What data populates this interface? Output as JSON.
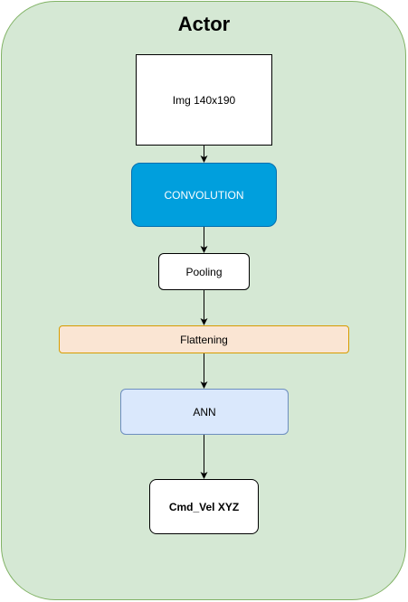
{
  "diagram": {
    "title": "Actor",
    "nodes": [
      {
        "id": "img",
        "label": "Img 140x190"
      },
      {
        "id": "conv",
        "label": "CONVOLUTION"
      },
      {
        "id": "pool",
        "label": "Pooling"
      },
      {
        "id": "flat",
        "label": "Flattening"
      },
      {
        "id": "ann",
        "label": "ANN"
      },
      {
        "id": "cmd",
        "label": "Cmd_Vel XYZ"
      }
    ],
    "edges": [
      {
        "from": "img",
        "to": "conv"
      },
      {
        "from": "conv",
        "to": "pool"
      },
      {
        "from": "pool",
        "to": "flat"
      },
      {
        "from": "flat",
        "to": "ann"
      },
      {
        "from": "ann",
        "to": "cmd"
      }
    ],
    "colors": {
      "container_fill": "#d5e8d4",
      "container_stroke": "#82b366",
      "convolution_fill": "#009fdd",
      "flattening_fill": "#fae5d3",
      "ann_fill": "#dae8fc"
    }
  }
}
